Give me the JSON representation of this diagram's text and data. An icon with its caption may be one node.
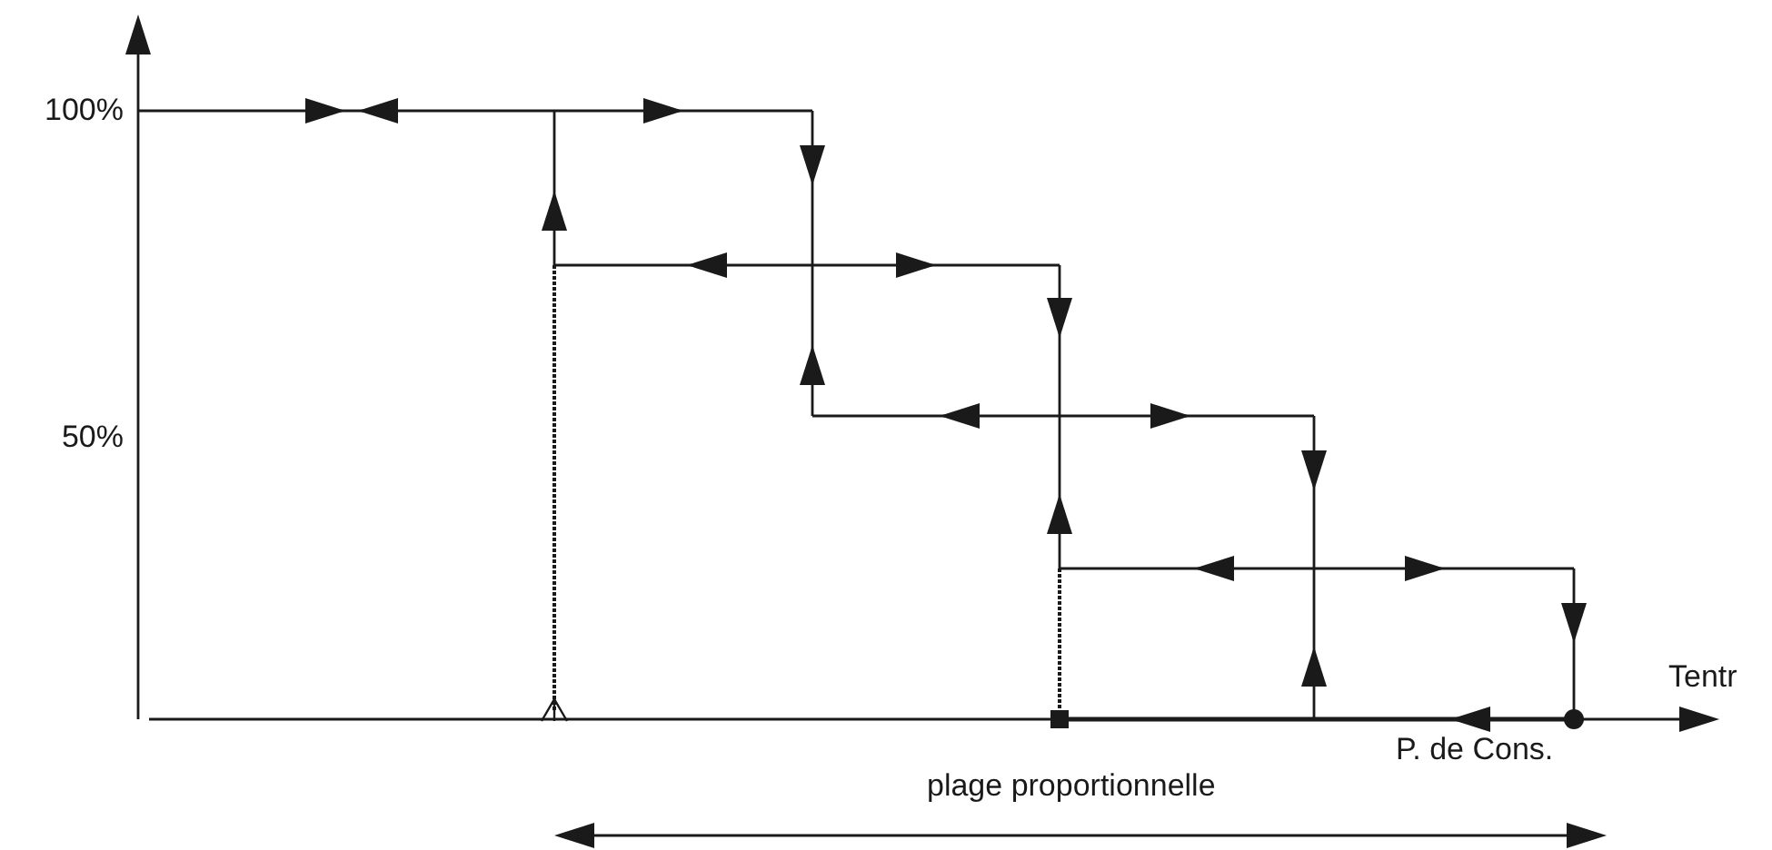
{
  "diagram": {
    "labels": [
      "100%",
      "50%",
      "Tentr",
      "P. de Cons.",
      "plage proportionnelle"
    ]
  }
}
